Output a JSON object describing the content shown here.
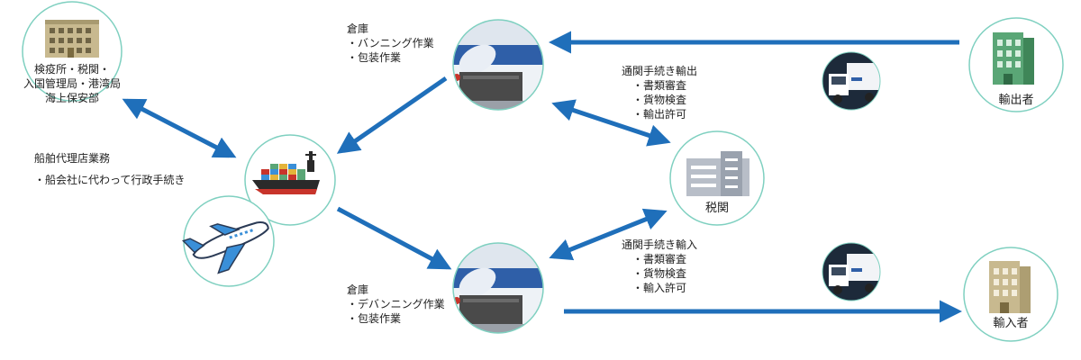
{
  "colors": {
    "arrow": "#1f6fba",
    "ring": "#7fd0c0",
    "building_green": "#5aa676",
    "building_tan": "#c8b98f",
    "ship_red": "#c8342b",
    "plane_blue": "#3a8fd8"
  },
  "authorities": {
    "lines": [
      "検疫所・税関・",
      "入国管理局・港湾局",
      "海上保安部"
    ],
    "icon": "building-icon"
  },
  "agency": {
    "title": "船舶代理店業務",
    "item": "・船会社に代わって行政手続き",
    "icons": [
      "cargo-ship-icon",
      "airplane-icon"
    ]
  },
  "warehouse_export": {
    "title": "倉庫",
    "items": [
      "・バンニング作業",
      "・包装作業"
    ],
    "icon": "warehouse-photo-icon"
  },
  "warehouse_import": {
    "title": "倉庫",
    "items": [
      "・デバンニング作業",
      "・包装作業"
    ],
    "icon": "warehouse-photo-icon"
  },
  "customs": {
    "label": "税関",
    "icon": "customs-building-icon"
  },
  "export_procedure": {
    "title": "通関手続き輸出",
    "items": [
      "・書類審査",
      "・貨物検査",
      "・輸出許可"
    ]
  },
  "import_procedure": {
    "title": "通関手続き輸入",
    "items": [
      "・書類審査",
      "・貨物検査",
      "・輸入許可"
    ]
  },
  "exporter": {
    "label": "輸出者",
    "icon": "office-building-icon"
  },
  "importer": {
    "label": "輸入者",
    "icon": "office-building-icon"
  },
  "trucks": [
    "truck-photo-icon",
    "truck-photo-icon"
  ]
}
